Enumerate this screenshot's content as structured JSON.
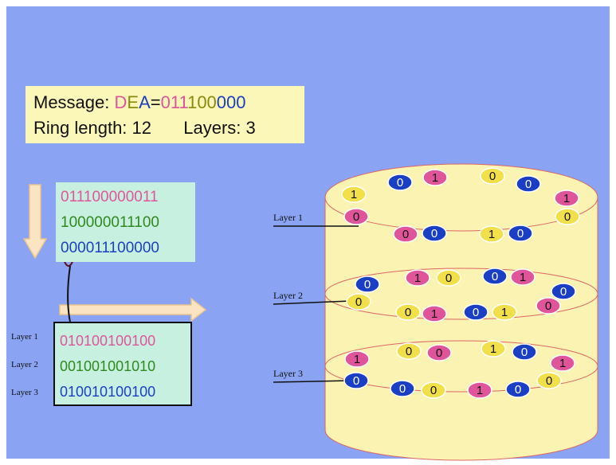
{
  "message": {
    "prefix": "Message: ",
    "d": "D",
    "e": "E",
    "a": "A",
    "eq": "=",
    "bits_d": "011",
    "bits_e": "100",
    "bits_a": "000",
    "ring_length": "Ring length: 12",
    "layers": "Layers: 3"
  },
  "ring_rows": [
    [
      "011",
      "100000011"
    ],
    [
      "100000011",
      "100"
    ],
    [
      "000011",
      "100000"
    ]
  ],
  "layer_bits": {
    "labels": [
      "Layer 1",
      "Layer 2",
      "Layer 3"
    ],
    "rows": [
      "010100100100",
      "001001001010",
      "010010100100"
    ]
  },
  "cylinder_labels": [
    "Layer 1",
    "Layer 2",
    "Layer 3"
  ],
  "colors": {
    "background": "#8aa3f2",
    "pink": "#e0559a",
    "blue": "#1a3fc4",
    "yellow": "#f2e04a",
    "cylinder": "#fbf3b2"
  },
  "tokens": {
    "layer1": [
      {
        "c": "blue",
        "v": "0"
      },
      {
        "c": "pink",
        "v": "1"
      },
      {
        "c": "yellow",
        "v": "0"
      },
      {
        "c": "blue",
        "v": "0"
      },
      {
        "c": "yellow",
        "v": "1"
      },
      {
        "c": "pink",
        "v": "1"
      },
      {
        "c": "pink",
        "v": "0"
      },
      {
        "c": "yellow",
        "v": "0"
      },
      {
        "c": "pink",
        "v": "0"
      },
      {
        "c": "blue",
        "v": "0"
      },
      {
        "c": "yellow",
        "v": "1"
      },
      {
        "c": "blue",
        "v": "0"
      }
    ],
    "layer2": [
      {
        "c": "pink",
        "v": "1"
      },
      {
        "c": "yellow",
        "v": "0"
      },
      {
        "c": "blue",
        "v": "0"
      },
      {
        "c": "pink",
        "v": "1"
      },
      {
        "c": "blue",
        "v": "0"
      },
      {
        "c": "blue",
        "v": "0"
      },
      {
        "c": "yellow",
        "v": "0"
      },
      {
        "c": "pink",
        "v": "0"
      },
      {
        "c": "yellow",
        "v": "0"
      },
      {
        "c": "pink",
        "v": "1"
      },
      {
        "c": "blue",
        "v": "0"
      },
      {
        "c": "yellow",
        "v": "1"
      }
    ],
    "layer3": [
      {
        "c": "yellow",
        "v": "0"
      },
      {
        "c": "pink",
        "v": "0"
      },
      {
        "c": "yellow",
        "v": "1"
      },
      {
        "c": "blue",
        "v": "0"
      },
      {
        "c": "pink",
        "v": "1"
      },
      {
        "c": "pink",
        "v": "1"
      },
      {
        "c": "blue",
        "v": "0"
      },
      {
        "c": "yellow",
        "v": "0"
      },
      {
        "c": "blue",
        "v": "0"
      },
      {
        "c": "yellow",
        "v": "0"
      },
      {
        "c": "pink",
        "v": "1"
      },
      {
        "c": "blue",
        "v": "0"
      }
    ]
  }
}
